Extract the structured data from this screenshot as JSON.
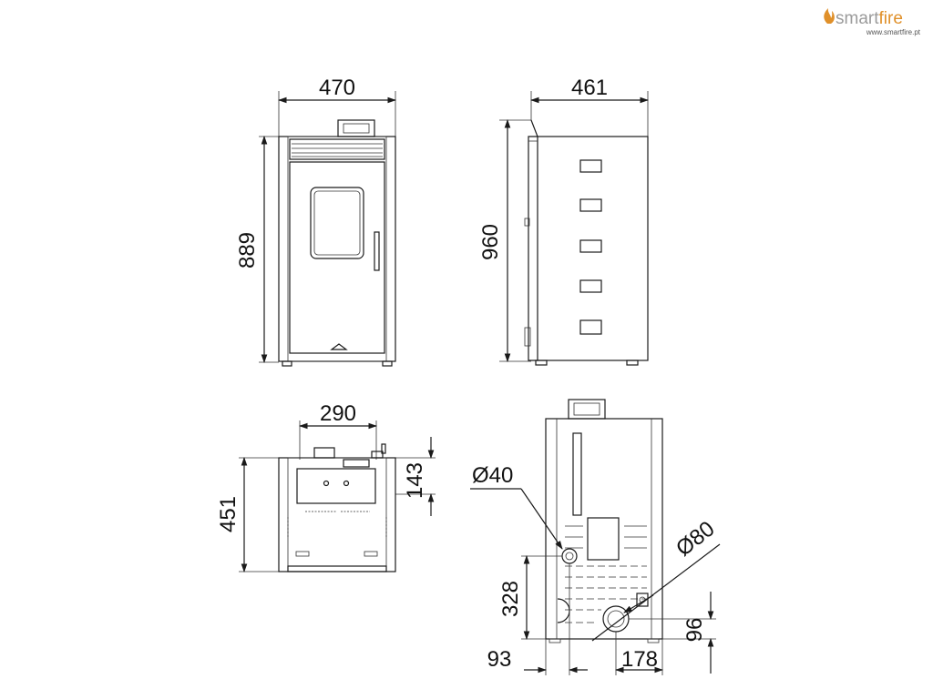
{
  "brand": {
    "name_part1": "smart",
    "name_part2": "fire",
    "url": "www.smartfire.pt",
    "colors": {
      "gray": "#9b9b9b",
      "flame": "#e0902a"
    }
  },
  "front_view": {
    "width_label": "470",
    "height_label": "889"
  },
  "side_view": {
    "depth_label": "461",
    "height_label": "960"
  },
  "top_view": {
    "top_width_label": "290",
    "depth_label": "451",
    "offset_label": "143"
  },
  "rear_view": {
    "inlet_diameter_label": "Ø40",
    "outlet_diameter_label": "Ø80",
    "inlet_height_label": "328",
    "outlet_height_label": "96",
    "inlet_offset_label": "93",
    "outlet_offset_label": "178"
  }
}
